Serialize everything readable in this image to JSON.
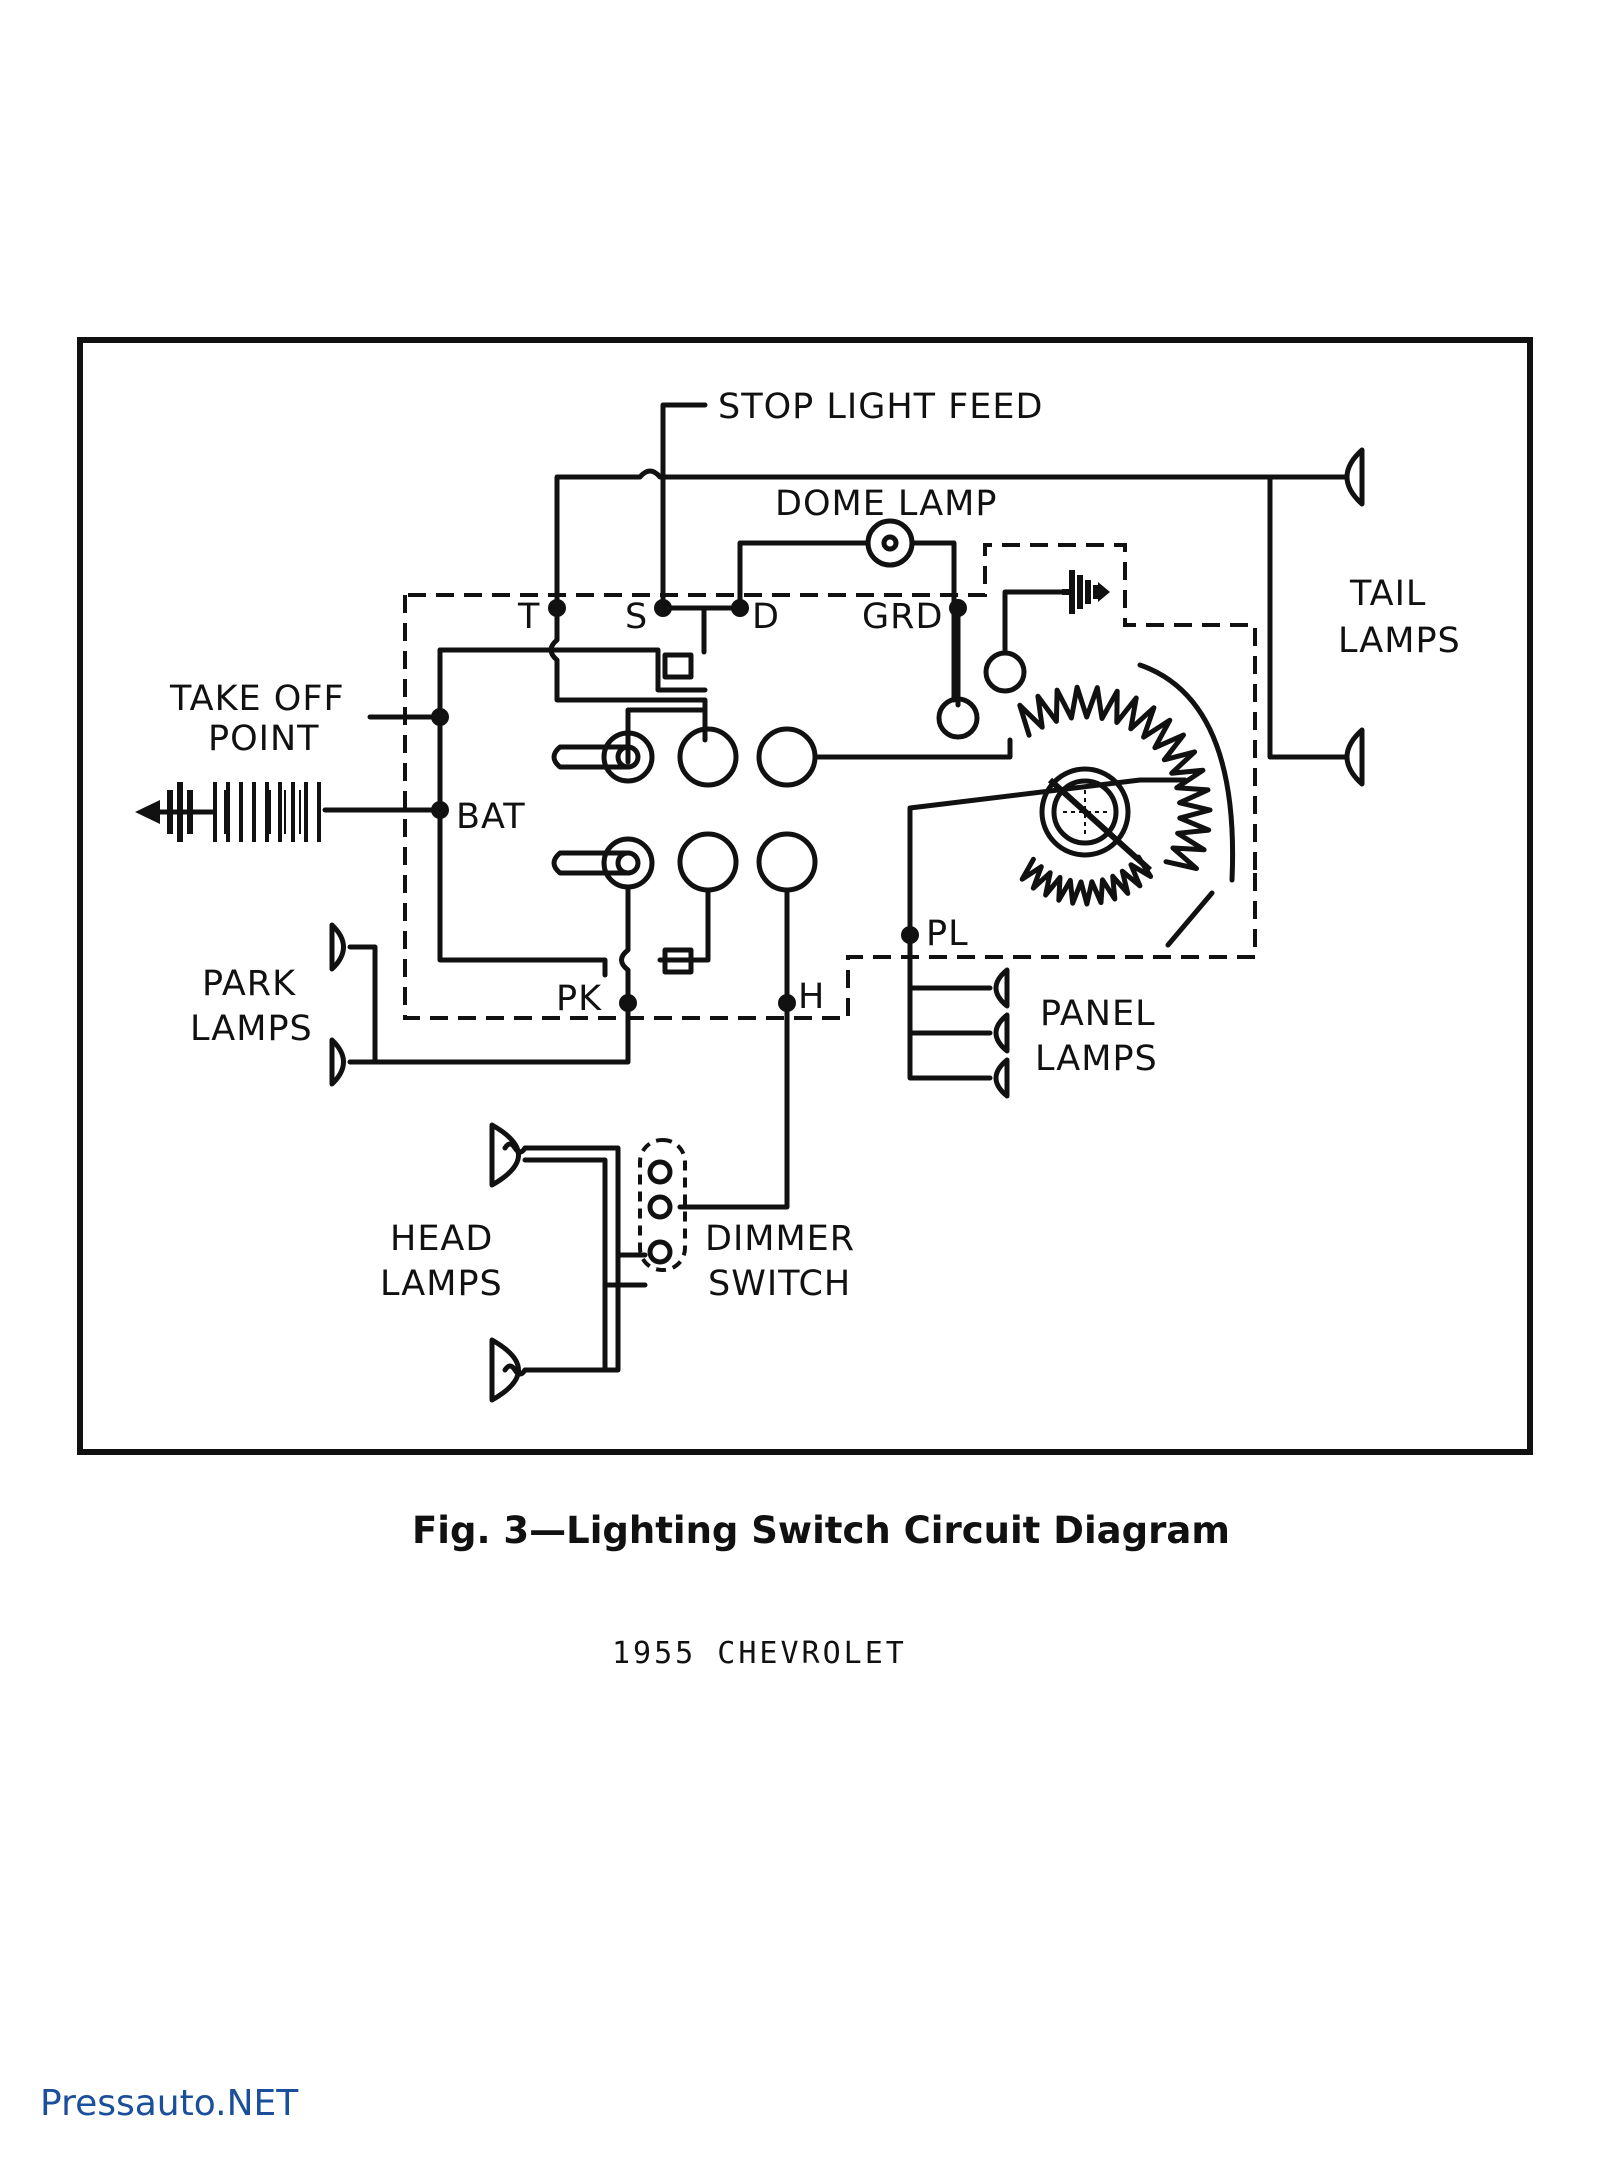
{
  "labels": {
    "stop_light_feed": "STOP LIGHT FEED",
    "dome_lamp": "DOME LAMP",
    "tail_1": "TAIL",
    "tail_2": "LAMPS",
    "terminal_t": "T",
    "terminal_s": "S",
    "terminal_d": "D",
    "terminal_grd": "GRD",
    "take_off_1": "TAKE OFF",
    "take_off_2": "POINT",
    "terminal_bat": "BAT",
    "park_1": "PARK",
    "park_2": "LAMPS",
    "terminal_pk": "PK",
    "terminal_h": "H",
    "terminal_pl": "PL",
    "panel_1": "PANEL",
    "panel_2": "LAMPS",
    "head_1": "HEAD",
    "head_2": "LAMPS",
    "dimmer_1": "DIMMER",
    "dimmer_2": "SWITCH"
  },
  "caption": "Fig. 3—Lighting Switch Circuit Diagram",
  "subtitle": "1955 CHEVROLET",
  "watermark": "Pressauto.NET",
  "colors": {
    "ink": "#111111",
    "watermark": "#1b4f9c"
  }
}
